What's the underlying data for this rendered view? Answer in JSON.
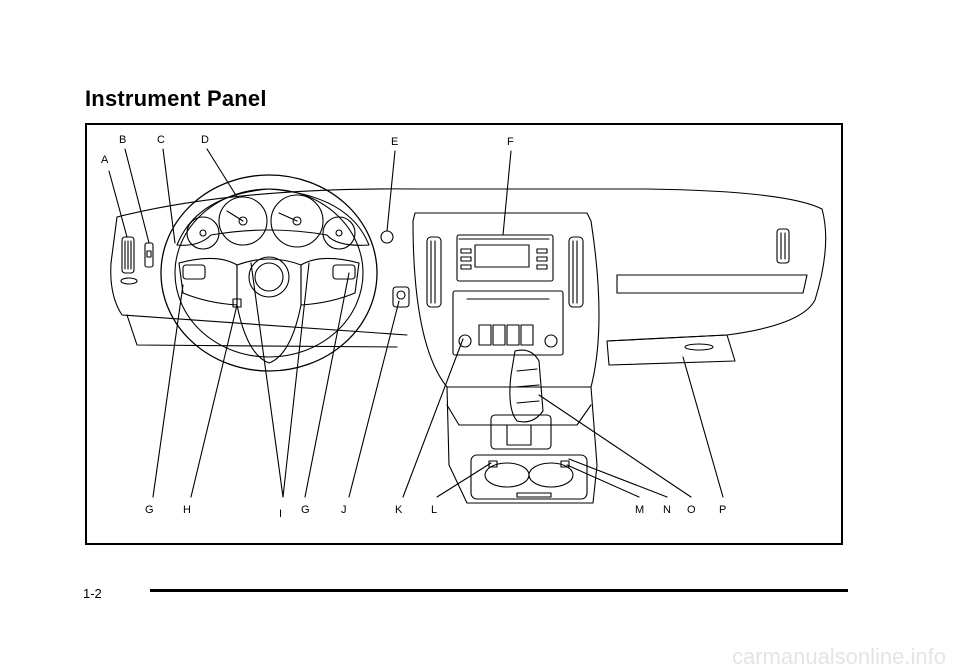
{
  "page": {
    "title": "Instrument Panel",
    "page_number": "1-2",
    "watermark": "carmanualsonline.info"
  },
  "figure": {
    "callouts": [
      "A",
      "B",
      "C",
      "D",
      "E",
      "F",
      "G",
      "H",
      "I",
      "G",
      "J",
      "K",
      "L",
      "M",
      "N",
      "O",
      "P"
    ]
  },
  "colors": {
    "ink": "#000000",
    "paper": "#ffffff",
    "watermark": "#e4e4e4"
  }
}
